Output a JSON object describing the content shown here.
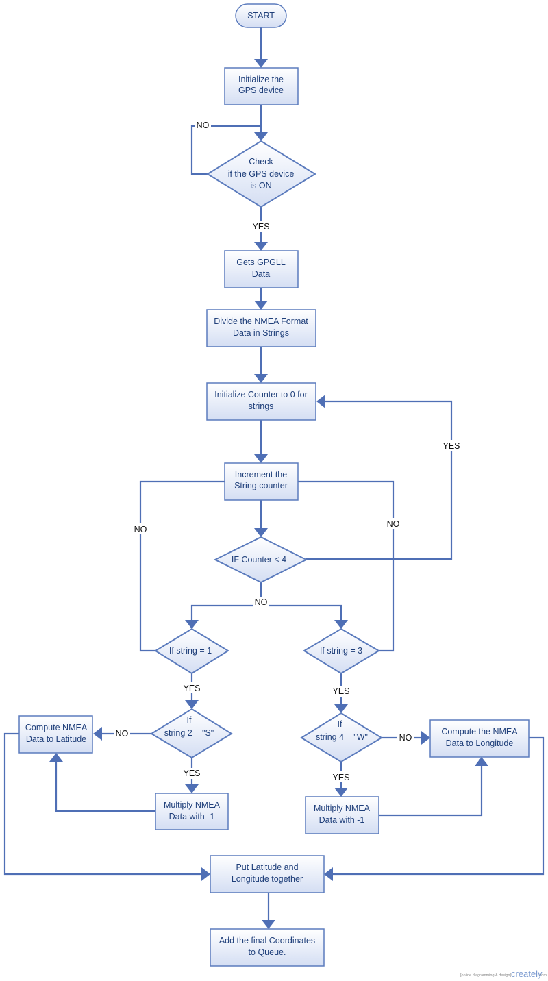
{
  "nodes": {
    "start": "START",
    "init_gps": [
      "Initialize the",
      "GPS device"
    ],
    "check_gps": [
      "Check",
      "if the GPS device",
      "is ON"
    ],
    "gets_gpgll": [
      "Gets GPGLL",
      "Data"
    ],
    "divide_nmea": [
      "Divide the NMEA Format",
      "Data in Strings"
    ],
    "init_counter": [
      "Initialize Counter to 0 for",
      "strings"
    ],
    "increment": [
      "Increment the",
      "String counter"
    ],
    "if_counter": "IF Counter  < 4",
    "if_string1": "If string  = 1",
    "if_string3": "If string  = 3",
    "if_string2": [
      "If",
      "string 2  = \"S\""
    ],
    "if_string4": [
      "If",
      "string 4  = \"W\""
    ],
    "compute_lat": [
      "Compute NMEA",
      "Data to Latitude"
    ],
    "compute_lon": [
      "Compute the NMEA",
      "Data to Longitude"
    ],
    "multiply_left": [
      "Multiply NMEA",
      "Data with -1"
    ],
    "multiply_right": [
      "Multiply NMEA",
      "Data with -1"
    ],
    "put_together": [
      "Put Latitude and",
      "Longitude together"
    ],
    "add_final": [
      "Add the final Coordinates",
      "to Queue."
    ]
  },
  "edge_labels": {
    "gps_no": "NO",
    "gps_yes": "YES",
    "loop_yes": "YES",
    "left_no": "NO",
    "right_no": "NO",
    "counter_no": "NO",
    "s1_yes": "YES",
    "s3_yes": "YES",
    "s2_no": "NO",
    "s2_yes": "YES",
    "s4_no": "NO",
    "s4_yes": "YES"
  },
  "watermark": {
    "tagline": "[online diagramming & design]",
    "brand": "creately",
    "suffix": ".com"
  },
  "colors": {
    "stroke": "#5b7bbd",
    "fill_top": "#ffffff",
    "fill_bottom": "#d4def3",
    "text": "#1f3f7a",
    "label": "#111111"
  }
}
